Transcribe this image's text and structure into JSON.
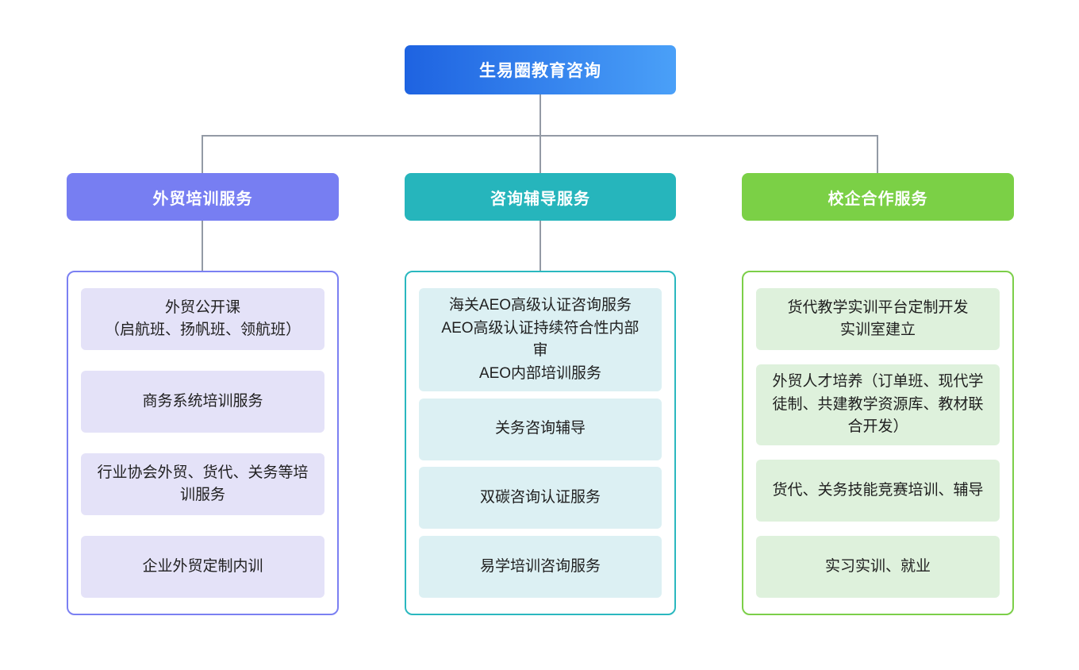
{
  "root": {
    "label": "生易圈教育咨询"
  },
  "branches": [
    {
      "label": "外贸培训服务",
      "accent": "#777ef2",
      "item_bg": "#e4e2f8",
      "items": [
        "外贸公开课\n（启航班、扬帆班、领航班）",
        "商务系统培训服务",
        "行业协会外贸、货代、关务等培训服务",
        "企业外贸定制内训"
      ]
    },
    {
      "label": "咨询辅导服务",
      "accent": "#26b5bc",
      "item_bg": "#dcf0f3",
      "items": [
        "海关AEO高级认证咨询服务\nAEO高级认证持续符合性内部审\nAEO内部培训服务",
        "关务咨询辅导",
        "双碳咨询认证服务",
        "易学培训咨询服务"
      ]
    },
    {
      "label": "校企合作服务",
      "accent": "#7bd046",
      "item_bg": "#def1dc",
      "items": [
        "货代教学实训平台定制开发\n实训室建立",
        "外贸人才培养（订单班、现代学徒制、共建教学资源库、教材联合开发）",
        "货代、关务技能竞赛培训、辅导",
        "实习实训、就业"
      ]
    }
  ],
  "colors": {
    "root_gradient_start": "#1e63e1",
    "root_gradient_end": "#4aa0f8",
    "connector": "#939aa5",
    "text": "#1f1f1f",
    "background": "#ffffff"
  }
}
